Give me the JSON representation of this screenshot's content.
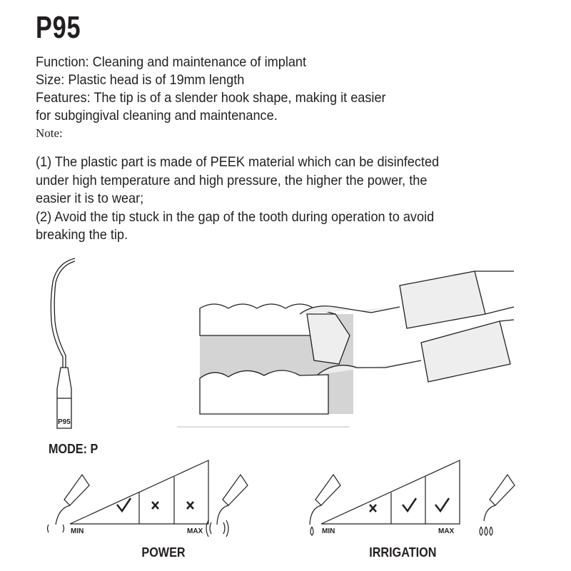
{
  "title": "P95",
  "lines": [
    "Function: Cleaning and maintenance of implant",
    "Size: Plastic head is of 19mm length",
    "Features: The tip is of a slender hook shape, making it easier",
    "for subgingival cleaning and maintenance."
  ],
  "note_label": "Note:",
  "notes": [
    "(1) The plastic part is made of PEEK material which can be disinfected",
    "under high temperature and high pressure, the higher the power, the",
    "easier it is to wear;",
    "(2) Avoid the tip stuck in the gap of the tooth during operation to avoid",
    "breaking the tip."
  ],
  "tip_label": "P95",
  "mode_label": "MODE: P",
  "power": {
    "caption": "POWER",
    "min": "MIN",
    "max": "MAX",
    "cells": [
      "check",
      "cross",
      "cross"
    ]
  },
  "irrigation": {
    "caption": "IRRIGATION",
    "min": "MIN",
    "max": "MAX",
    "cells": [
      "cross",
      "check",
      "check"
    ]
  }
}
